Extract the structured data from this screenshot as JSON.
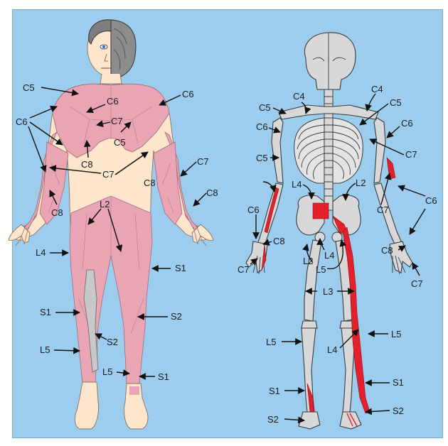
{
  "colors": {
    "background": "#9dcdee",
    "skin": "#fde6cc",
    "muscle": "#eaa5b5",
    "bone": "#d8d8d8",
    "highlight": "#e5202d"
  },
  "front_labels": {
    "c5_shoulder": "C5",
    "c6_chest": "C6",
    "c6_right_shoulder": "C6",
    "c6_left_arm": "C6",
    "c7_chest": "C7",
    "c5_chest": "C5",
    "c8_chest": "C8",
    "c7_waist": "C7",
    "c7_right_arm": "C7",
    "c8_right_forearm": "C8",
    "c8_left_forearm": "C8",
    "c8_mid": "C8",
    "l2": "L2",
    "l4": "L4",
    "s1_right_thigh": "S1",
    "s1_left_knee": "S1",
    "s2_right_calf": "S2",
    "s2_left_calf": "S2",
    "l5_left_calf": "L5",
    "l5_ankle": "L5",
    "s1_ankle": "S1"
  },
  "back_labels": {
    "c4_left": "C4",
    "c4_right": "C4",
    "c5_left": "C5",
    "c5_right": "C5",
    "c6_left": "C6",
    "c6_right": "C6",
    "c5_left_arm": "C5",
    "c7_right": "C7",
    "l4_pelvis": "L4",
    "l2_pelvis": "L2",
    "c7_right_forearm": "C7",
    "c6_right_forearm": "C6",
    "c6_left_forearm": "C6",
    "c8_left_hand": "C8",
    "c8_right_hand": "C8",
    "l4_hip": "L4",
    "l5_hip": "L5",
    "l2_hip": "L2",
    "c7_left_hand": "C7",
    "c7_right_hand": "C7",
    "l3": "L3",
    "l5_left_leg": "L5",
    "l5_right_leg": "L5",
    "l4_right_leg": "L4",
    "s1_left_leg": "S1",
    "s1_right_leg": "S1",
    "s2_left_foot": "S2",
    "s2_right_foot": "S2"
  }
}
